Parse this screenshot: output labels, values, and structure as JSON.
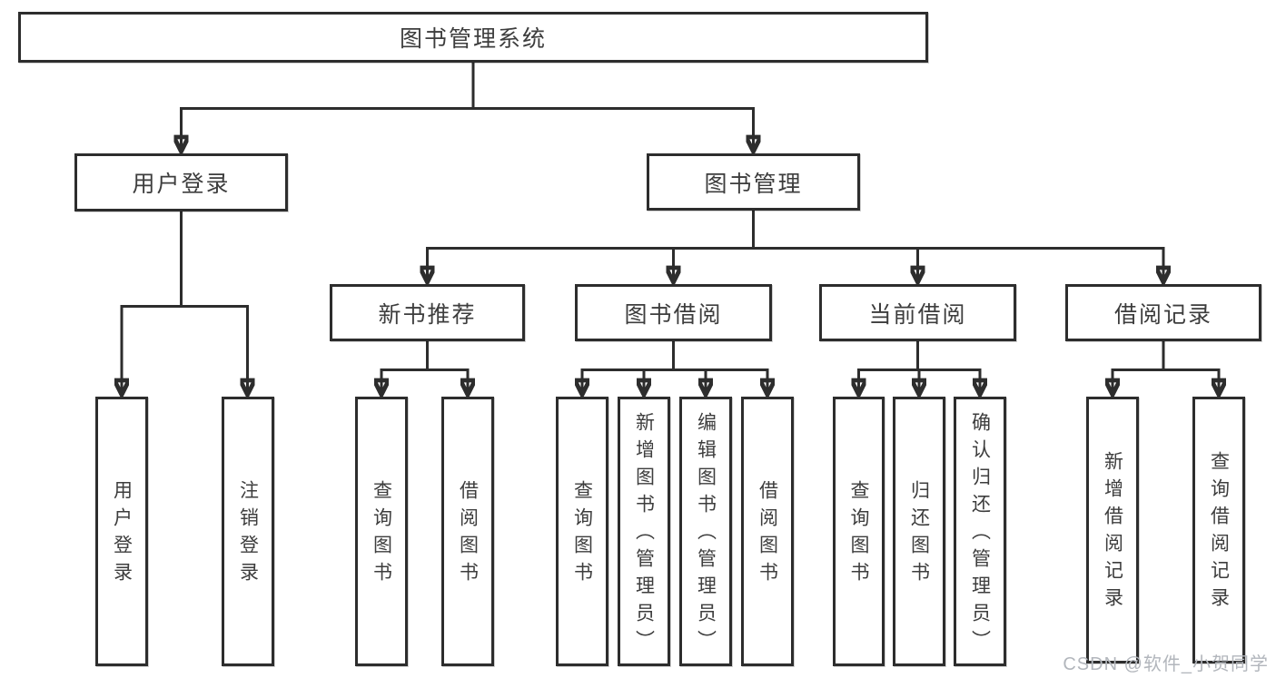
{
  "watermark": {
    "text": "CSDN @软件_小贺同学"
  },
  "colors": {
    "line": "#2d2d2d",
    "text": "#3d3d3d",
    "watermark": "#b2b6bc",
    "background": "#ffffff"
  },
  "chart_type": "hierarchy-diagram",
  "tree": {
    "label": "图书管理系统",
    "children": [
      {
        "label": "用户登录",
        "children": [
          {
            "label": "用户登录"
          },
          {
            "label": "注销登录"
          }
        ]
      },
      {
        "label": "图书管理",
        "children": [
          {
            "label": "新书推荐",
            "children": [
              {
                "label": "查询图书"
              },
              {
                "label": "借阅图书"
              }
            ]
          },
          {
            "label": "图书借阅",
            "children": [
              {
                "label": "查询图书"
              },
              {
                "label": "新增图书（管理员）"
              },
              {
                "label": "编辑图书（管理员）"
              },
              {
                "label": "借阅图书"
              }
            ]
          },
          {
            "label": "当前借阅",
            "children": [
              {
                "label": "查询图书"
              },
              {
                "label": "归还图书"
              },
              {
                "label": "确认归还（管理员）"
              }
            ]
          },
          {
            "label": "借阅记录",
            "children": [
              {
                "label": "新增借阅记录"
              },
              {
                "label": "查询借阅记录"
              }
            ]
          }
        ]
      }
    ]
  }
}
